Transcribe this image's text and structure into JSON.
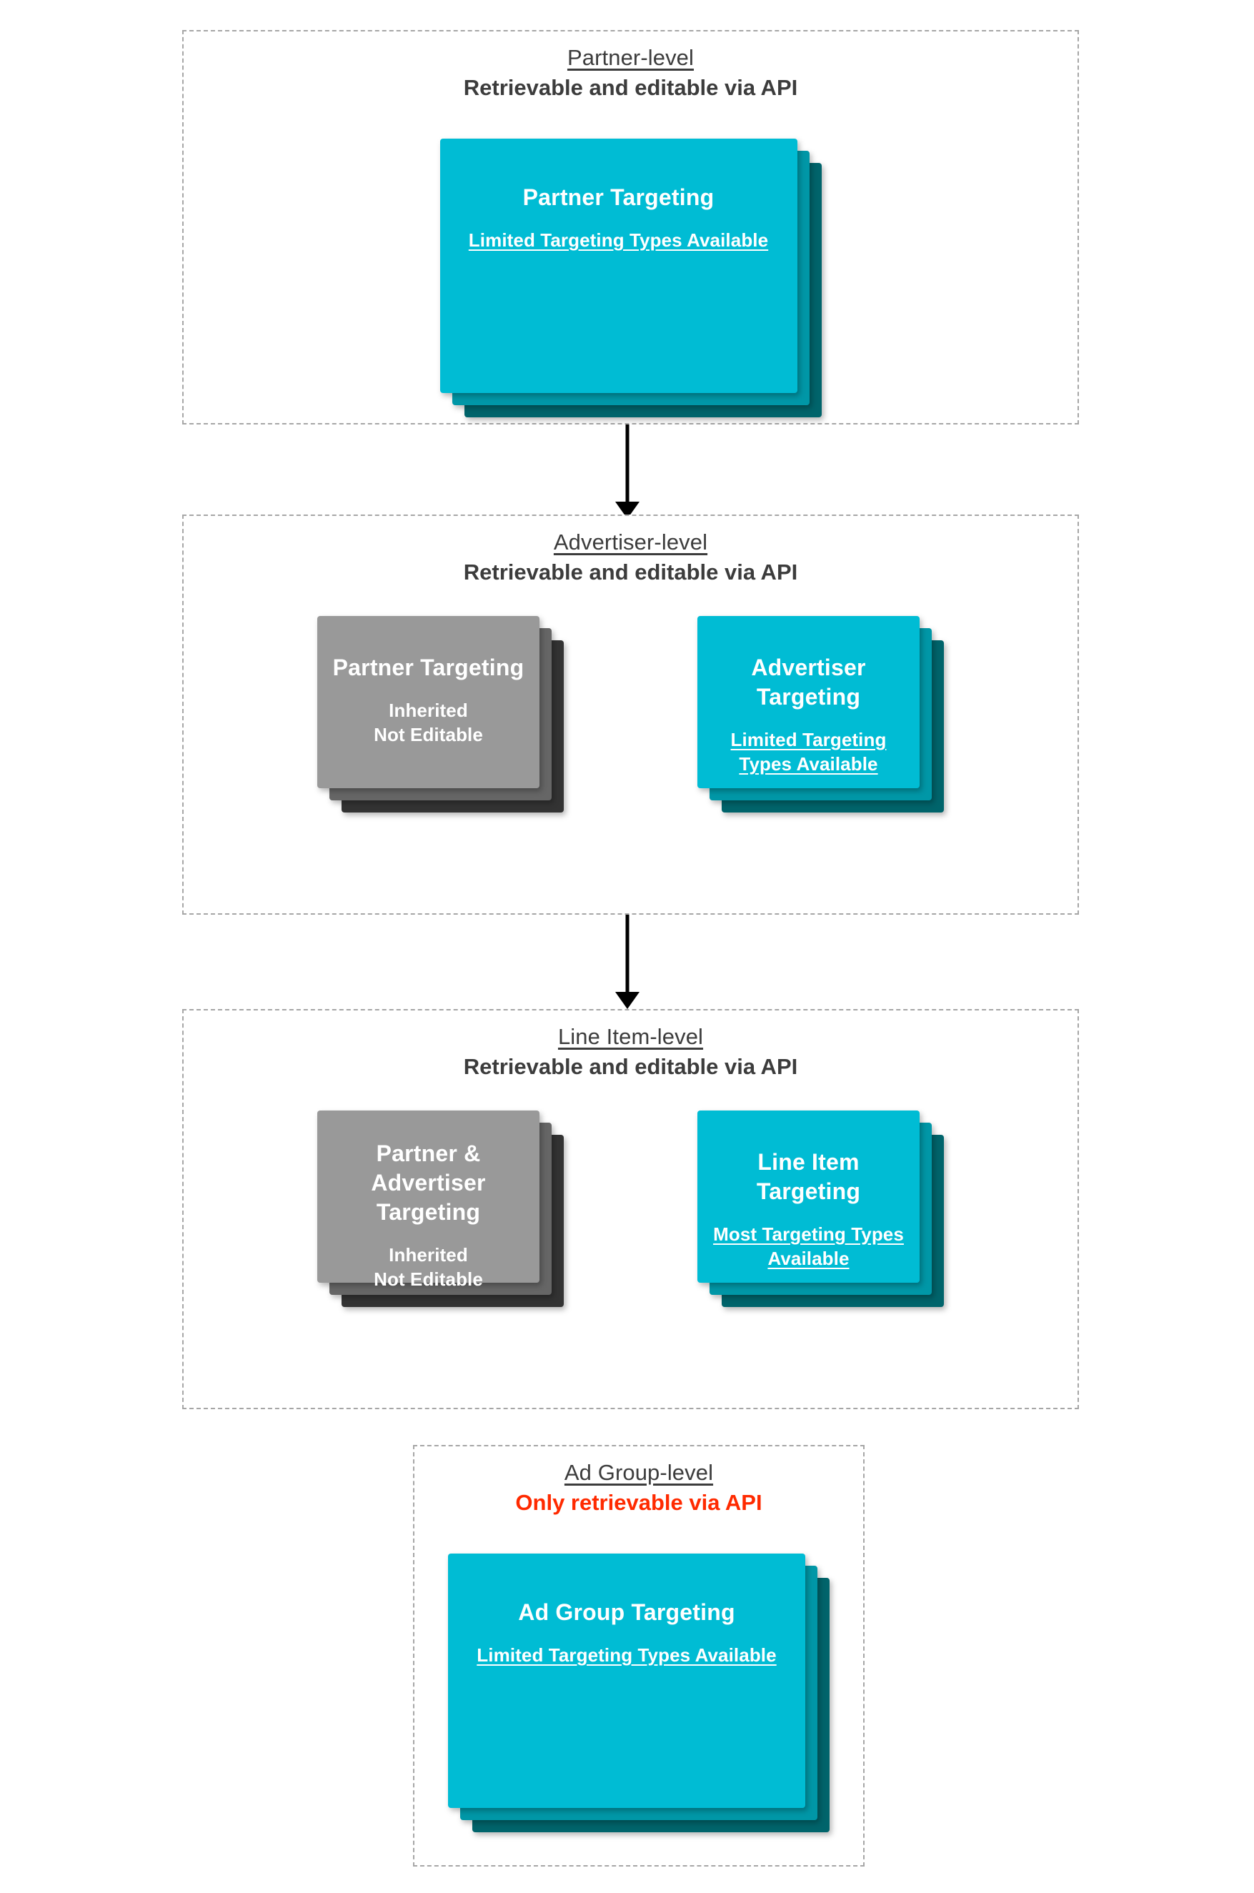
{
  "diagram": {
    "title": "Targeting inheritance across partner, advertiser, line item and ad group levels",
    "accent_cyan": "#00bcd4",
    "accent_cyan_mid": "#0097a7",
    "accent_cyan_back": "#00646b",
    "accent_gray": "#999999",
    "accent_gray_mid": "#666666",
    "accent_gray_back": "#333333",
    "danger_color": "#ff2a00",
    "text_color": "#3c3c3c",
    "border_color": "#a6a6a6"
  },
  "levels": [
    {
      "id": "partner-level",
      "title": "Partner-level",
      "subtitle": "Retrievable and editable via API",
      "subtitle_state": "editable",
      "cards": [
        {
          "id": "partner-targeting",
          "style": "cyan",
          "title": "Partner Targeting",
          "note": "Limited Targeting Types Available",
          "note_underlined": true
        }
      ]
    },
    {
      "id": "advertiser-level",
      "title": "Advertiser-level",
      "subtitle": "Retrievable and editable via API",
      "subtitle_state": "editable",
      "cards": [
        {
          "id": "partner-targeting-inherited",
          "style": "gray",
          "title": "Partner Targeting",
          "note": "Inherited\nNot Editable",
          "note_underlined": false
        },
        {
          "id": "advertiser-targeting",
          "style": "cyan",
          "title": "Advertiser Targeting",
          "note": "Limited Targeting Types Available",
          "note_underlined": true
        }
      ]
    },
    {
      "id": "line-item-level",
      "title": "Line Item-level",
      "subtitle": "Retrievable and editable via API",
      "subtitle_state": "editable",
      "cards": [
        {
          "id": "partner-advertiser-targeting-inherited",
          "style": "gray",
          "title": "Partner & Advertiser Targeting",
          "note": "Inherited\nNot Editable",
          "note_underlined": false
        },
        {
          "id": "line-item-targeting",
          "style": "cyan",
          "title": "Line Item Targeting",
          "note": "Most Targeting Types Available",
          "note_underlined": true
        }
      ]
    },
    {
      "id": "ad-group-level",
      "title": "Ad Group-level",
      "subtitle": "Only retrievable via API",
      "subtitle_state": "read-only",
      "cards": [
        {
          "id": "ad-group-targeting",
          "style": "cyan",
          "title": "Ad Group Targeting",
          "note": "Limited Targeting Types Available",
          "note_underlined": true
        }
      ]
    }
  ],
  "connectors": [
    {
      "id": "partner-to-advertiser",
      "from": "partner-level",
      "to": "advertiser-level"
    },
    {
      "id": "advertiser-to-line-item",
      "from": "advertiser-level",
      "to": "line-item-level"
    }
  ]
}
